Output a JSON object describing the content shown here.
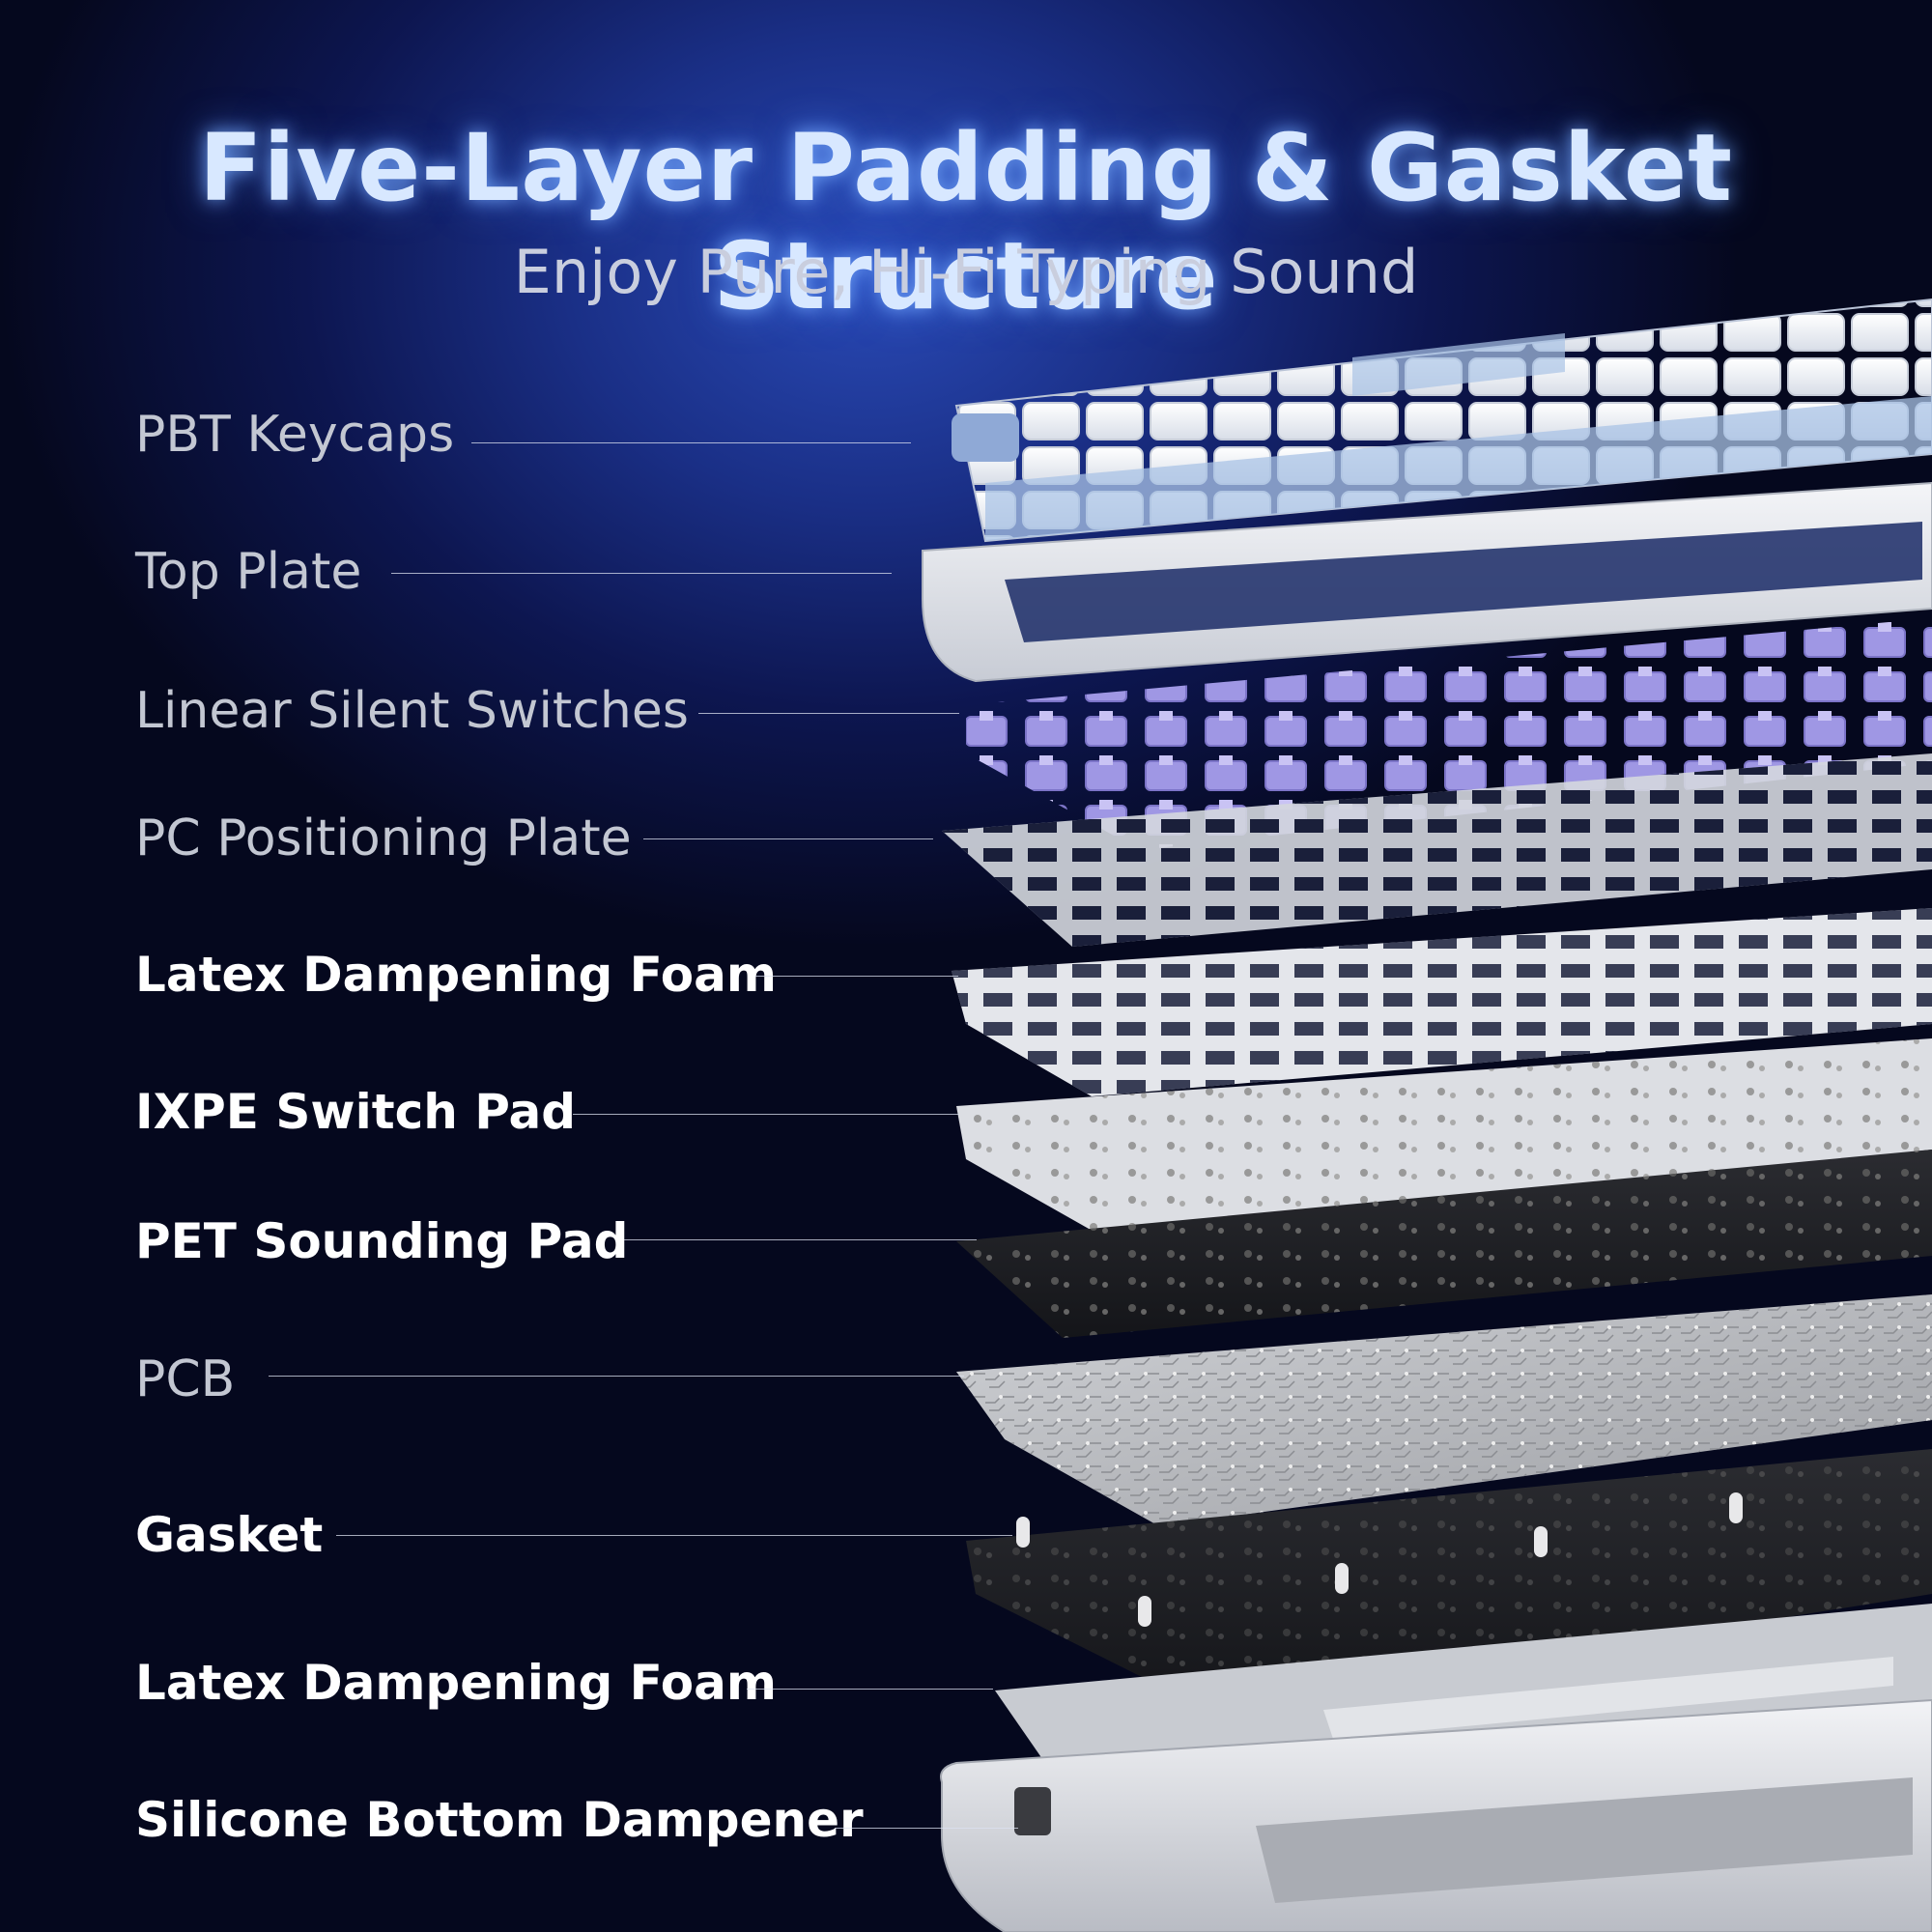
{
  "header": {
    "title": "Five-Layer Padding & Gasket Structure",
    "subtitle": "Enjoy Pure, Hi-Fi Typing Sound"
  },
  "layers": [
    {
      "label": "PBT Keycaps",
      "emphasis": false
    },
    {
      "label": "Top Plate",
      "emphasis": false
    },
    {
      "label": "Linear Silent Switches",
      "emphasis": false
    },
    {
      "label": "PC Positioning Plate",
      "emphasis": false
    },
    {
      "label": "Latex Dampening Foam",
      "emphasis": true
    },
    {
      "label": "IXPE Switch Pad",
      "emphasis": true
    },
    {
      "label": "PET Sounding Pad",
      "emphasis": true
    },
    {
      "label": "PCB",
      "emphasis": false
    },
    {
      "label": "Gasket",
      "emphasis": true
    },
    {
      "label": "Latex Dampening Foam",
      "emphasis": true
    },
    {
      "label": "Silicone Bottom Dampener",
      "emphasis": true
    }
  ],
  "colors": {
    "keycap_white": "#f4f6fa",
    "keycap_blue": "#a9c3e6",
    "switch_purple": "#9b94e0",
    "plate_white": "#e9ebf0",
    "foam_grey": "#c9ccd3",
    "pcb_silver": "#b7b9bd",
    "pet_black": "#1c1d21",
    "gasket_black": "#222327"
  }
}
